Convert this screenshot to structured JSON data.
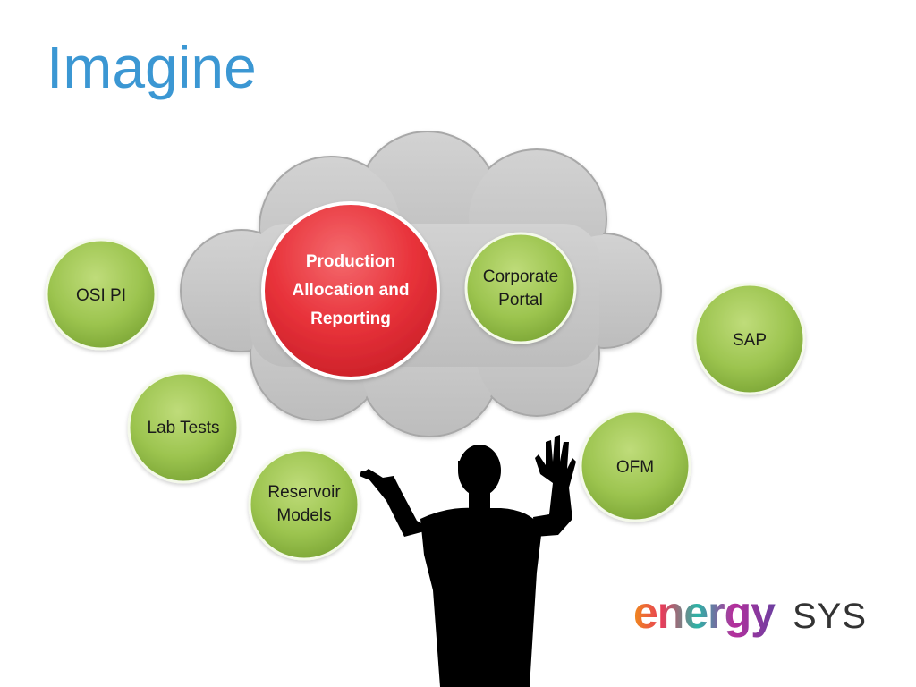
{
  "title": "Imagine",
  "center_node": {
    "lines": [
      "Production",
      "Allocation and",
      "Reporting"
    ],
    "color": "#e8323a"
  },
  "nodes": {
    "corporate_portal": [
      "Corporate",
      "Portal"
    ],
    "osi_pi": [
      "OSI PI"
    ],
    "sap": [
      "SAP"
    ],
    "lab_tests": [
      "Lab Tests"
    ],
    "ofm": [
      "OFM"
    ],
    "reservoir_models": [
      "Reservoir",
      "Models"
    ]
  },
  "logo": {
    "part1": "energy",
    "part2": "SYS"
  },
  "colors": {
    "title": "#3b97d3",
    "bubble_fill": "#9bc14f",
    "bubble_stroke": "#6e9a2c",
    "cloud": "#c4c4c4",
    "center": "#e8323a",
    "silhouette": "#000000"
  },
  "icons": {
    "cloud": "cloud-shape",
    "person": "presenter-silhouette"
  }
}
